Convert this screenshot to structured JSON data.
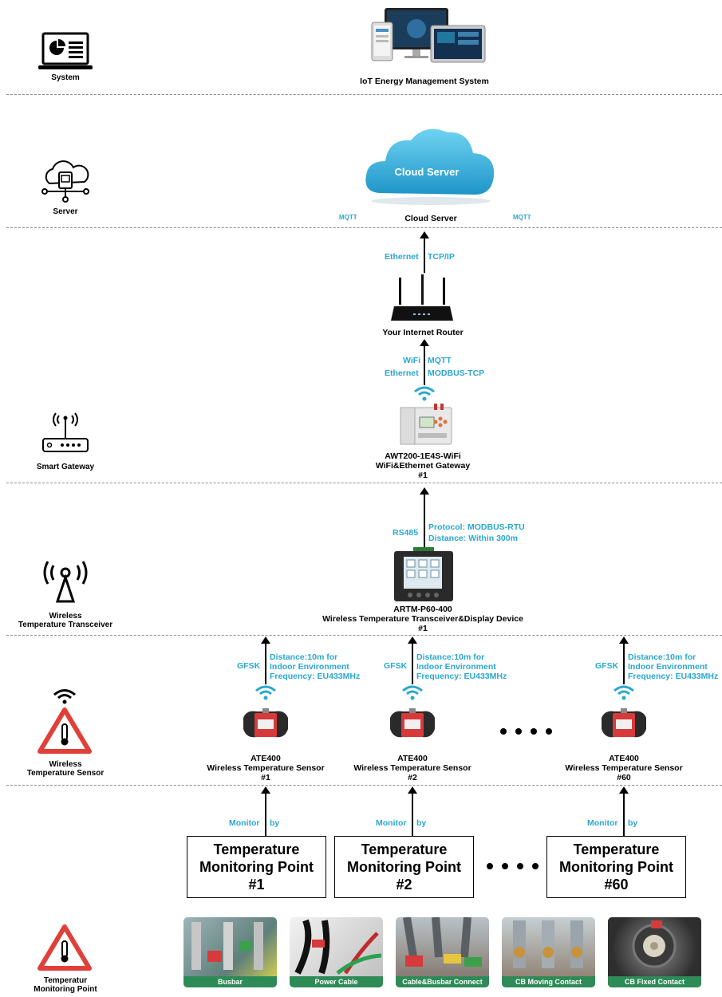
{
  "tiers": {
    "system": "System",
    "server": "Server",
    "gateway": "Smart Gateway",
    "transceiver_l1": "Wireless",
    "transceiver_l2": "Temperature Transceiver",
    "sensor_l1": "Wireless",
    "sensor_l2": "Temperature Sensor",
    "point_l1": "Temperatur",
    "point_l2": "Monitoring Point"
  },
  "system": {
    "label": "IoT Energy Management System"
  },
  "cloud": {
    "inner": "Cloud Server",
    "label": "Cloud Server",
    "mqtt_left": "MQTT",
    "mqtt_right": "MQTT"
  },
  "router": {
    "link_a": "Ethernet",
    "link_b": "TCP/IP",
    "label": "Your Internet Router"
  },
  "gateway": {
    "wifi": "WiFi",
    "mqtt": "MQTT",
    "ethernet": "Ethernet",
    "modbus_tcp": "MODBUS-TCP",
    "name": "AWT200-1E4S-WiFi",
    "desc": "WiFi&Ethernet Gateway",
    "num": "#1"
  },
  "transceiver": {
    "rs485": "RS485",
    "protocol": "Protocol: MODBUS-RTU",
    "distance": "Distance: Within 300m",
    "name": "ARTM-P60-400",
    "desc": "Wireless Temperature Transceiver&Display Device",
    "num": "#1"
  },
  "sensors": [
    {
      "gfsk": "GFSK",
      "d1": "Distance:10m for",
      "d2": "Indoor Environment",
      "d3": "Frequency: EU433MHz",
      "name": "ATE400",
      "desc": "Wireless Temperature Sensor",
      "num": "#1"
    },
    {
      "gfsk": "GFSK",
      "d1": "Distance:10m for",
      "d2": "Indoor Environment",
      "d3": "Frequency: EU433MHz",
      "name": "ATE400",
      "desc": "Wireless Temperature Sensor",
      "num": "#2"
    },
    {
      "gfsk": "GFSK",
      "d1": "Distance:10m for",
      "d2": "Indoor Environment",
      "d3": "Frequency: EU433MHz",
      "name": "ATE400",
      "desc": "Wireless Temperature Sensor",
      "num": "#60"
    }
  ],
  "monitor": {
    "a": "Monitor",
    "b": "by"
  },
  "points": [
    {
      "l1": "Temperature",
      "l2": "Monitoring Point",
      "num": "#1"
    },
    {
      "l1": "Temperature",
      "l2": "Monitoring Point",
      "num": "#2"
    },
    {
      "l1": "Temperature",
      "l2": "Monitoring Point",
      "num": "#60"
    }
  ],
  "photos": [
    "Busbar",
    "Power Cable",
    "Cable&Busbar Connect",
    "CB Moving Contact",
    "CB Fixed Contact"
  ],
  "colors": {
    "accent": "#2aa7cf",
    "warning_red": "#e0403a",
    "device_red": "#d63a3a",
    "caption_green": "#2e8b57"
  }
}
